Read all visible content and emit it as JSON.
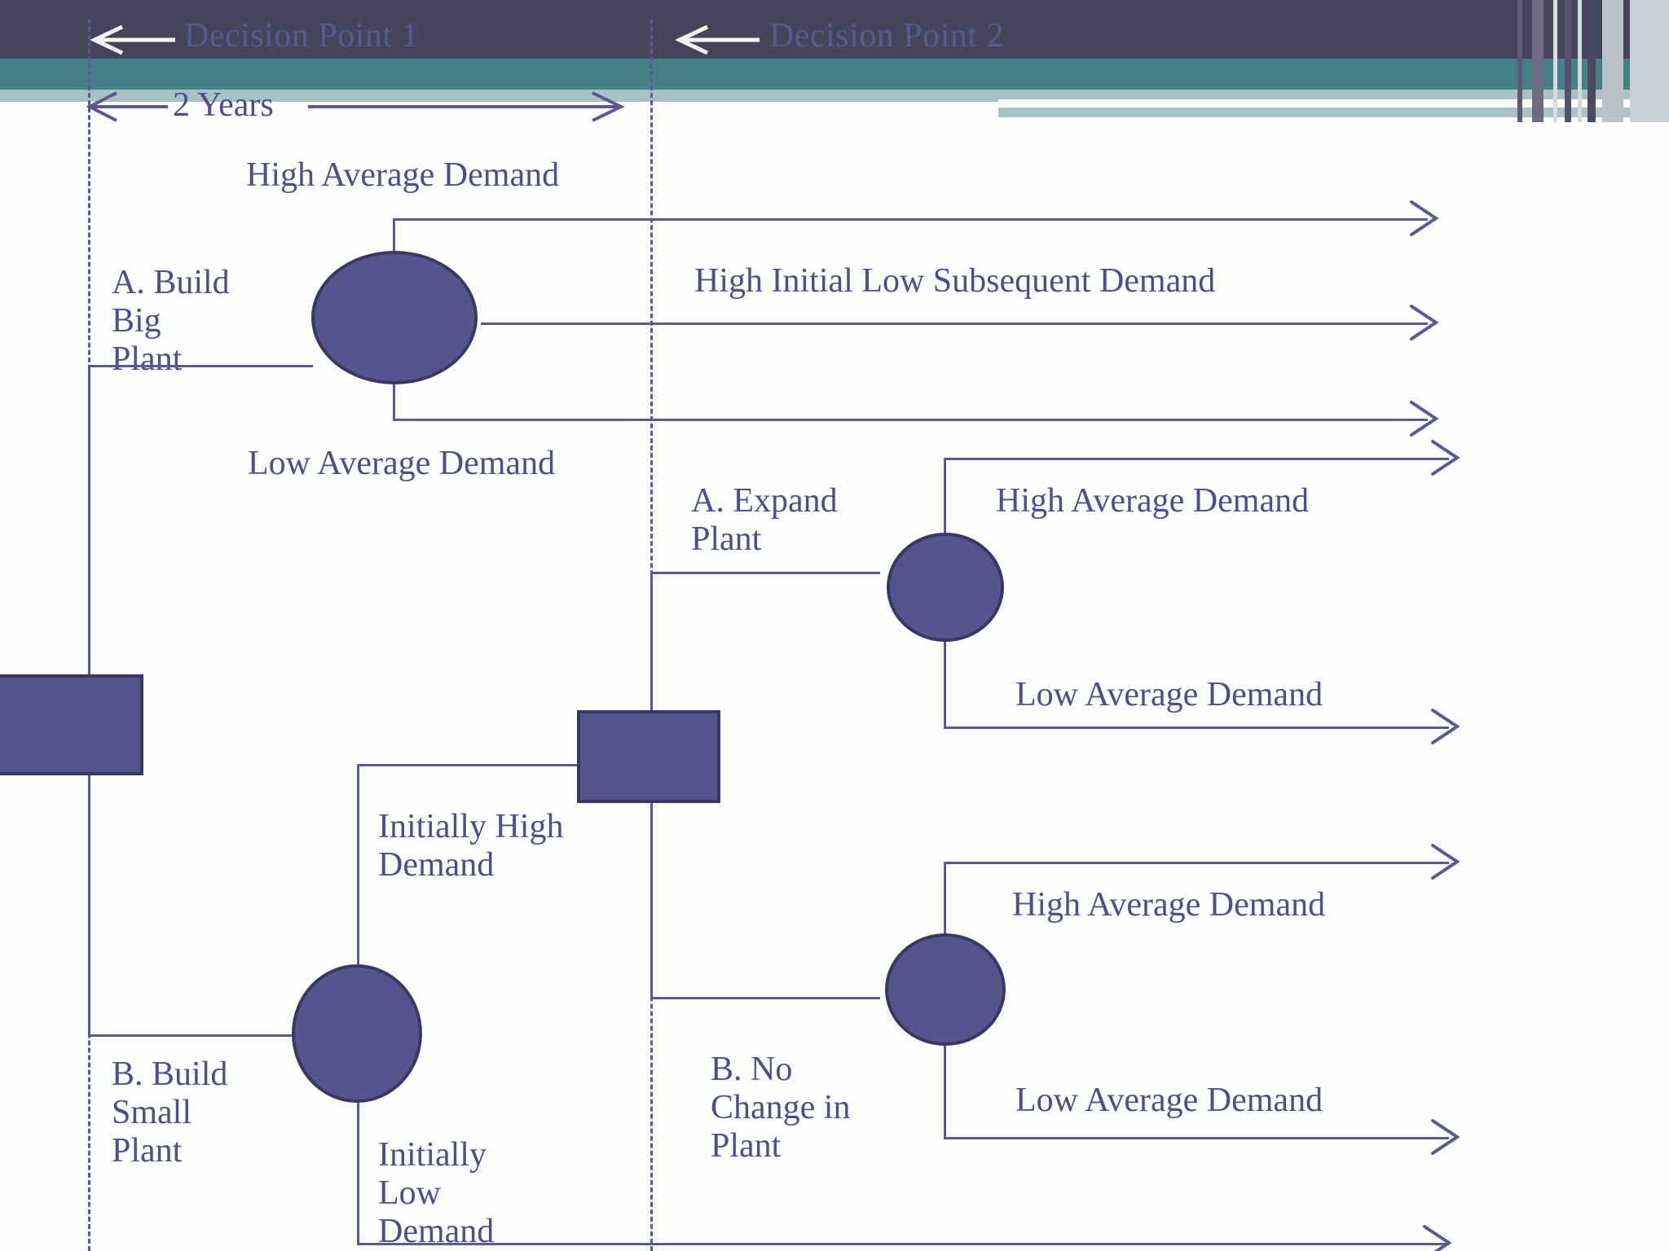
{
  "header": {
    "decision_point_1": "Decision Point 1",
    "decision_point_2": "Decision Point 2",
    "left_arrow_icon": "arrow-left-icon",
    "band_dark_color": "#464459",
    "band_teal_color": "#438187",
    "band_light_color": "#a7c3c5"
  },
  "timescale": {
    "label": "2 Years",
    "left_arrow_icon": "arrow-left-icon",
    "right_arrow_icon": "arrow-right-icon"
  },
  "theme": {
    "node_fill": "#56548c",
    "node_stroke": "#3b3663",
    "line_color": "#5b5892",
    "text_color": "#4f4d8c",
    "background": "#fdfffd"
  },
  "tree": {
    "root": {
      "name": "root-decision-node",
      "type": "decision-square"
    },
    "branches": {
      "build_big_plant": "A. Build\nBig\nPlant",
      "build_small_plant": "B. Build\nSmall\nPlant",
      "expand_plant": "A. Expand\nPlant",
      "no_change_in_plant": "B. No\nChange in\nPlant"
    },
    "outcomes": {
      "high_average_demand_top": "High Average Demand",
      "high_initial_low_subsequent": "High Initial Low Subsequent Demand",
      "low_average_demand_top": "Low Average Demand",
      "expand_high": "High Average Demand",
      "expand_low": "Low Average Demand",
      "nochange_high": "High Average Demand",
      "nochange_low": "Low Average Demand",
      "initially_high_demand": "Initially High\nDemand",
      "initially_low_demand": "Initially\nLow\nDemand"
    },
    "nodes": [
      {
        "name": "chance-node-big-plant",
        "type": "chance-circle"
      },
      {
        "name": "chance-node-small-plant",
        "type": "chance-circle"
      },
      {
        "name": "decision-node-2",
        "type": "decision-square"
      },
      {
        "name": "chance-node-expand",
        "type": "chance-circle"
      },
      {
        "name": "chance-node-nochange",
        "type": "chance-circle"
      }
    ]
  }
}
